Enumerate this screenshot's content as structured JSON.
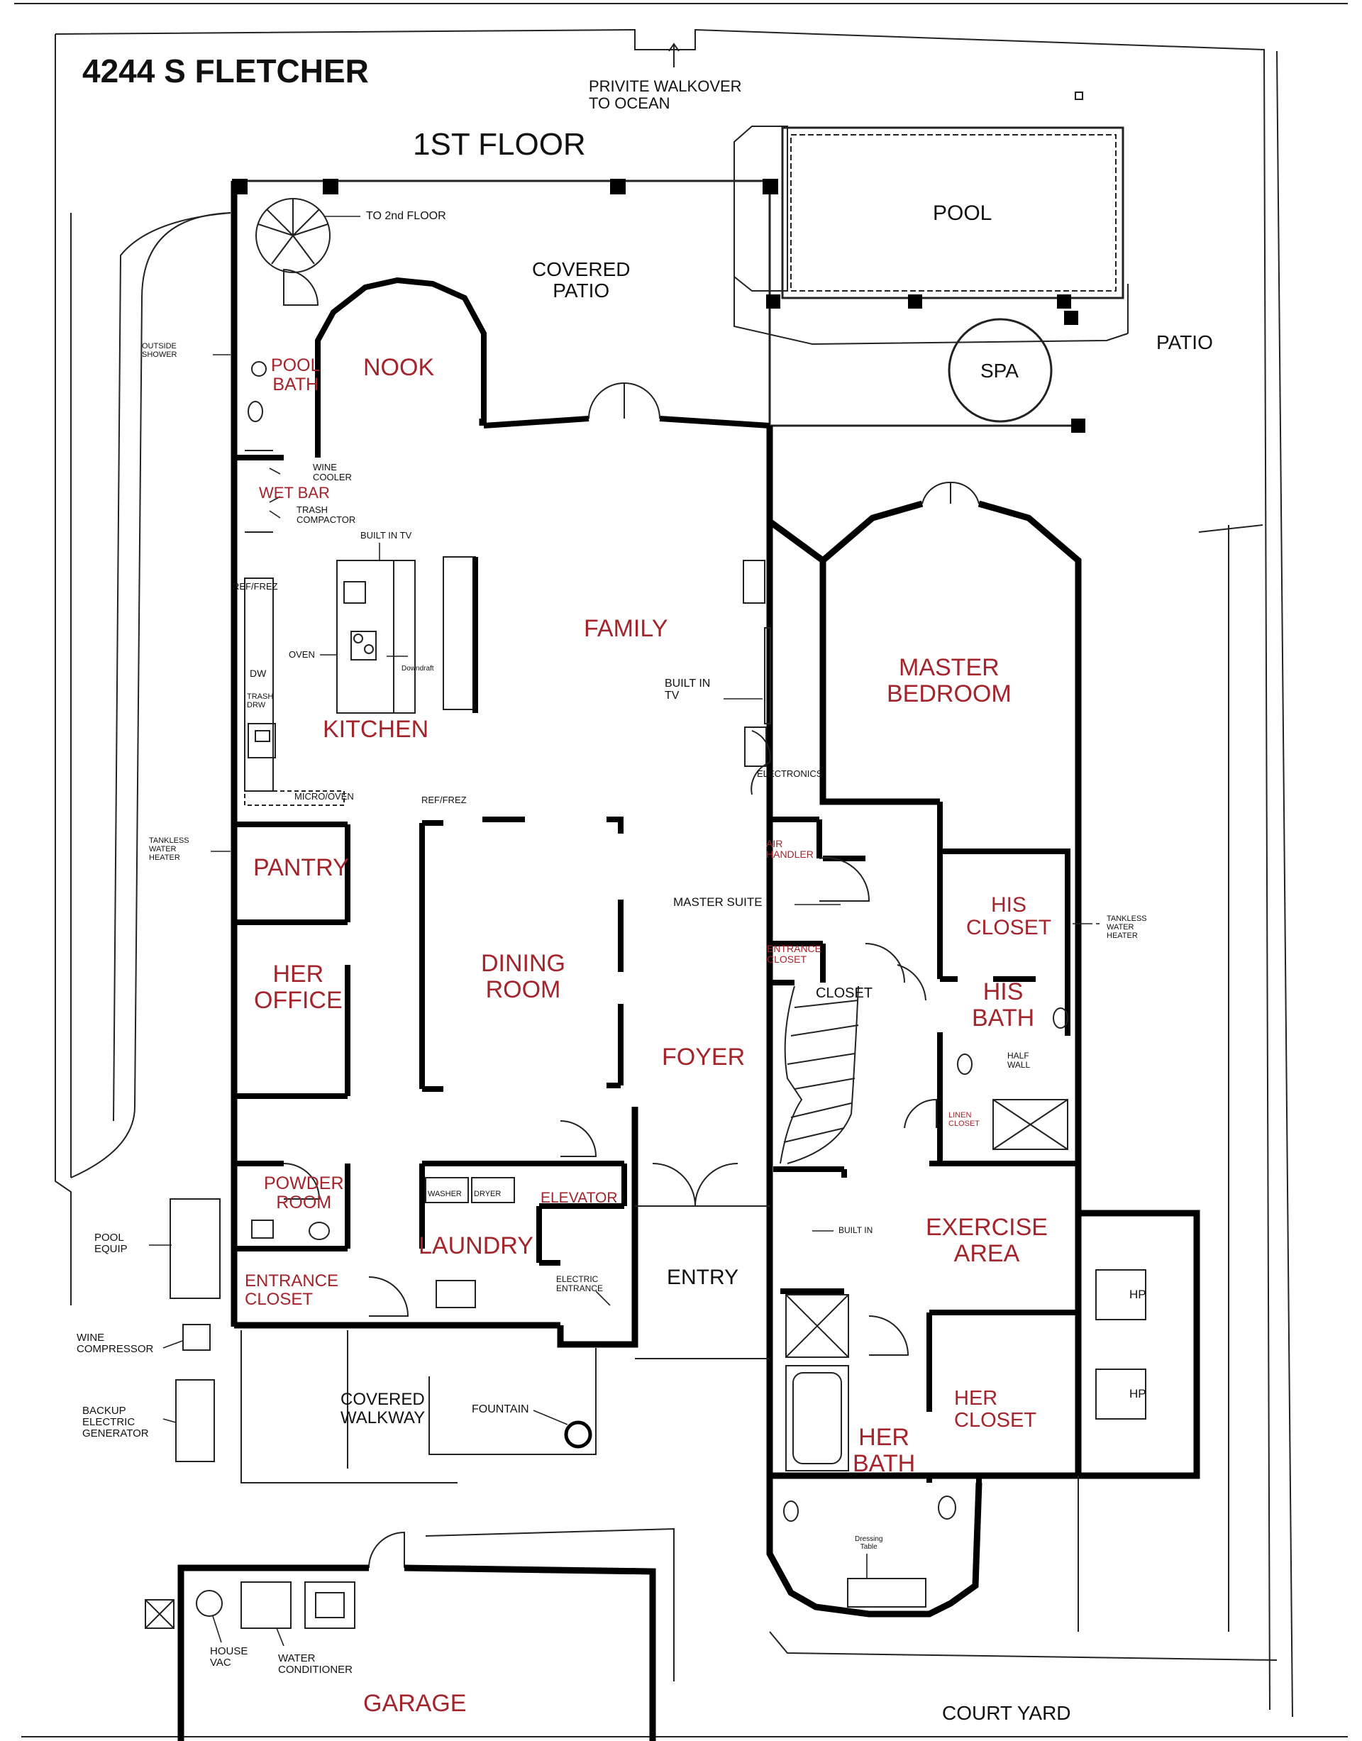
{
  "header": {
    "address": "4244 S FLETCHER",
    "floor": "1ST FLOOR",
    "walkover": "PRIVITE WALKOVER\nTO OCEAN"
  },
  "rooms": {
    "covered_patio": "COVERED\nPATIO",
    "pool": "POOL",
    "spa": "SPA",
    "patio": "PATIO",
    "pool_bath": "POOL\nBATH",
    "nook": "NOOK",
    "wet_bar": "WET BAR",
    "family": "FAMILY",
    "kitchen": "KITCHEN",
    "master_bedroom": "MASTER\nBEDROOM",
    "pantry": "PANTRY",
    "his_closet": "HIS\nCLOSET",
    "her_office": "HER\nOFFICE",
    "dining_room": "DINING\nROOM",
    "his_bath": "HIS\nBATH",
    "foyer": "FOYER",
    "powder_room": "POWDER\nROOM",
    "elevator": "ELEVATOR",
    "laundry": "LAUNDRY",
    "entrance_closet": "ENTRANCE\nCLOSET",
    "entry": "ENTRY",
    "exercise_area": "EXERCISE\nAREA",
    "covered_walkway": "COVERED\nWALKWAY",
    "her_bath": "HER\nBATH",
    "her_closet": "HER\nCLOSET",
    "garage": "GARAGE",
    "court_yard": "COURT YARD",
    "air_handler": "AIR\nHANDLER",
    "entrance_closet_small": "ENTRANCE\nCLOSET",
    "closet": "CLOSET"
  },
  "notes": {
    "to_2nd_floor": "TO 2nd FLOOR",
    "outside_shower": "OUTSIDE\nSHOWER",
    "wine_cooler": "WINE\nCOOLER",
    "trash_compactor": "TRASH\nCOMPACTOR",
    "built_in_tv_top": "BUILT IN TV",
    "ref_frez_left": "REF/FREZ",
    "oven": "OVEN",
    "downdraft": "Downdraft",
    "trash_drw": "TRASH\nDRW",
    "dw": "DW",
    "micro_oven": "MICRO/OVEN",
    "ref_frez_right": "REF/FREZ",
    "built_in_tv_side": "BUILT IN\nTV",
    "electronics": "ELECTRONICS",
    "master_suite": "MASTER SUITE",
    "tankless_left": "TANKLESS\nWATER\nHEATER",
    "tankless_right": "TANKLESS\nWATER\nHEATER",
    "half_wall": "HALF\nWALL",
    "linen_closet": "LINEN\nCLOSET",
    "washer": "WASHER",
    "dryer": "DRYER",
    "electric_entrance": "ELECTRIC\nENTRANCE",
    "built_in": "BUILT IN",
    "pool_equip": "POOL\nEQUIP",
    "wine_compressor": "WINE\nCOMPRESSOR",
    "backup_generator": "BACKUP\nELECTRIC\nGENERATOR",
    "fountain": "FOUNTAIN",
    "hp_1": "HP",
    "hp_2": "HP",
    "dressing_table": "Dressing\nTable",
    "house_vac": "HOUSE\nVAC",
    "water_conditioner": "WATER\nCONDITIONER"
  }
}
